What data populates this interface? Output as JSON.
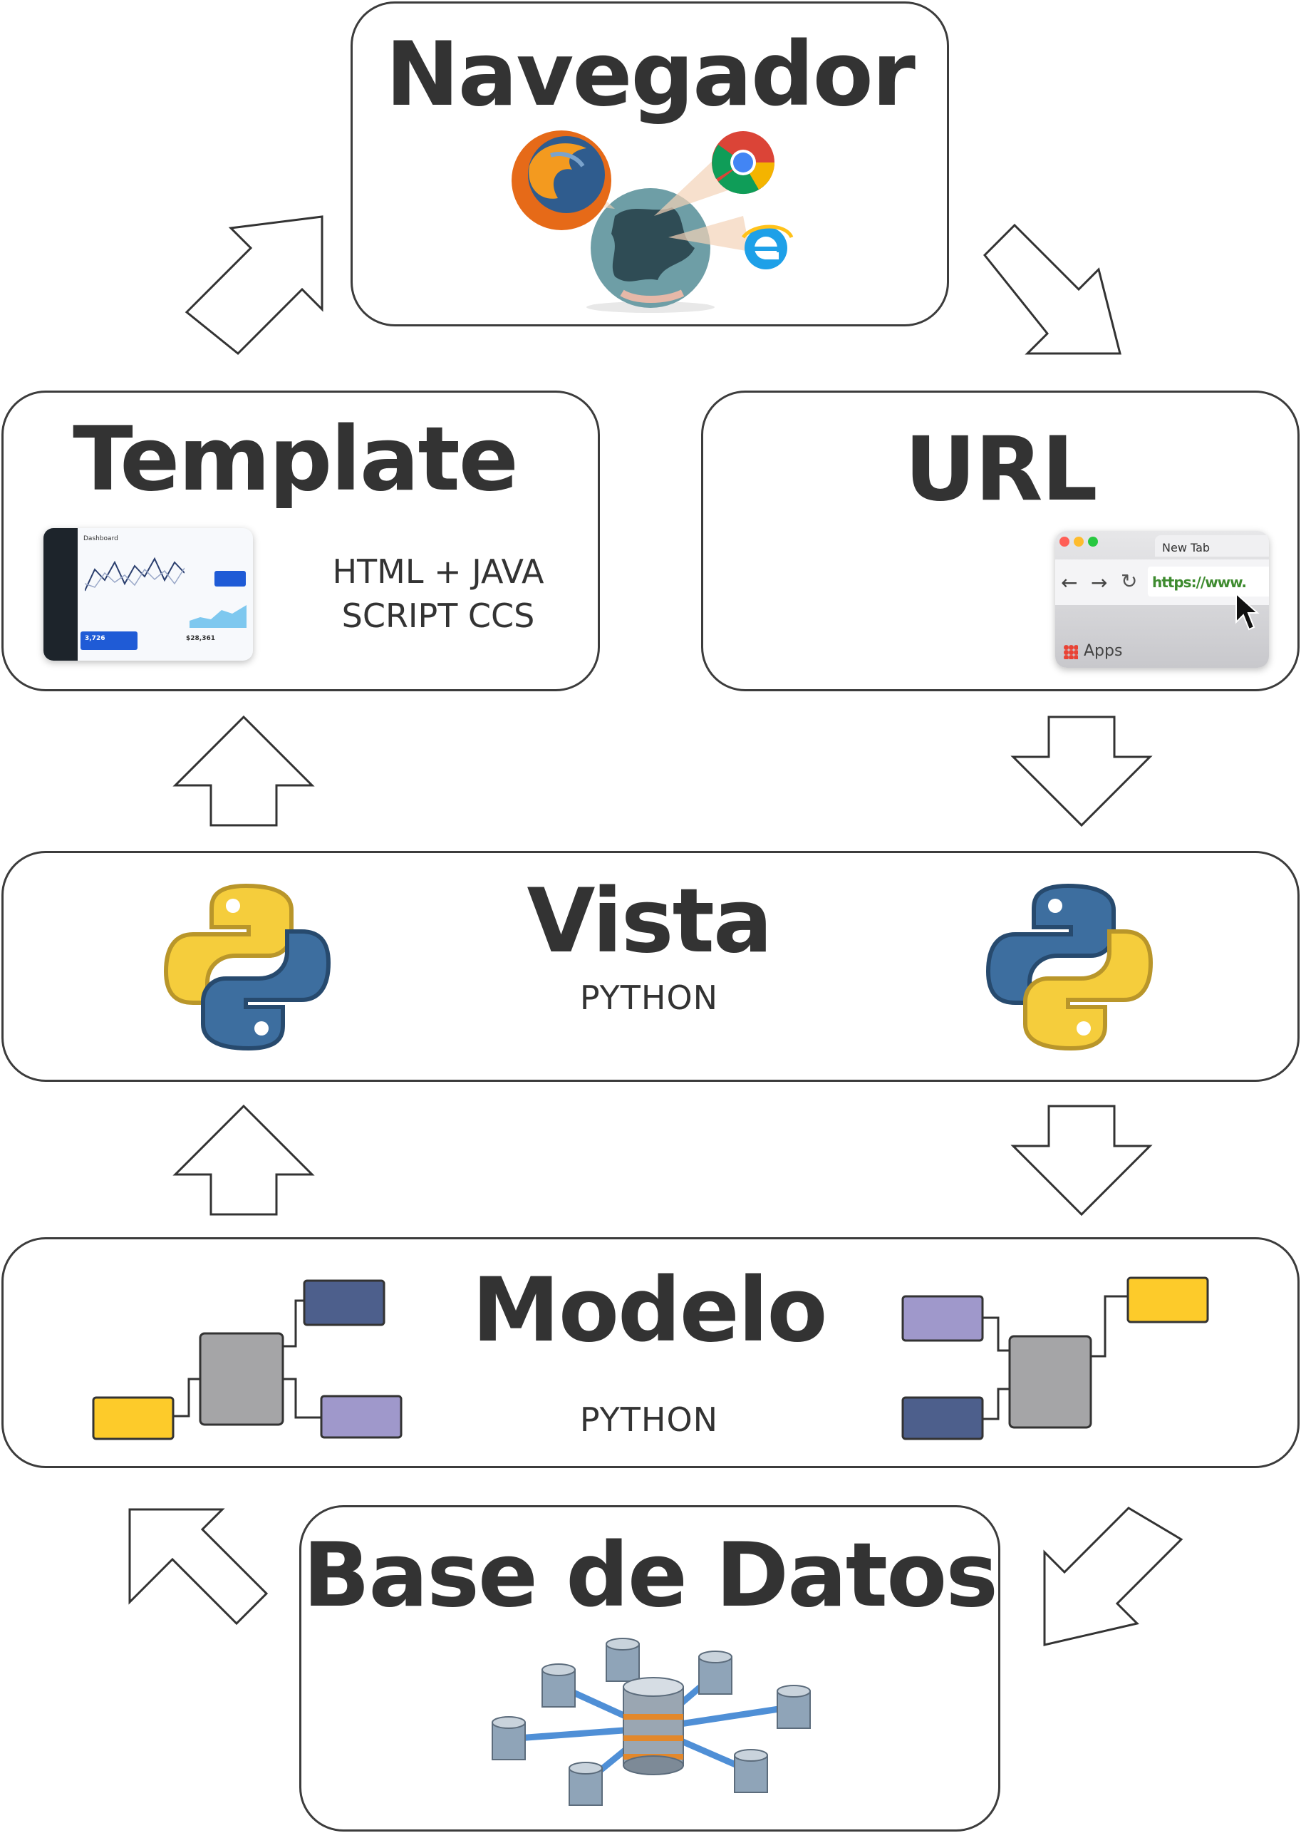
{
  "nodes": {
    "navegador": {
      "title": "Navegador"
    },
    "template": {
      "title": "Template",
      "note_line1": "HTML + JAVA",
      "note_line2": "SCRIPT CCS"
    },
    "url": {
      "title": "URL",
      "browser_tab": "New Tab",
      "address": "https://www.",
      "apps": "Apps"
    },
    "vista": {
      "title": "Vista",
      "subtitle": "PYTHON"
    },
    "modelo": {
      "title": "Modelo",
      "subtitle": "PYTHON"
    },
    "base_datos": {
      "title": "Base de Datos"
    }
  },
  "dashboard_thumb": {
    "heading": "Dashboard",
    "stat_a": "3,726",
    "stat_b": "$28,361"
  },
  "colors": {
    "border": "#3c3c3c",
    "python_blue": "#3d6e9f",
    "python_yellow": "#f5cd3c",
    "model_gray": "#a5a5a7",
    "model_navy": "#4d5f8c",
    "model_purple": "#9f98cb",
    "model_yellow": "#fdcb2a"
  },
  "icons": [
    "firefox-icon",
    "chrome-icon",
    "ie-icon",
    "globe-icon",
    "python-icon",
    "database-cluster-icon"
  ]
}
